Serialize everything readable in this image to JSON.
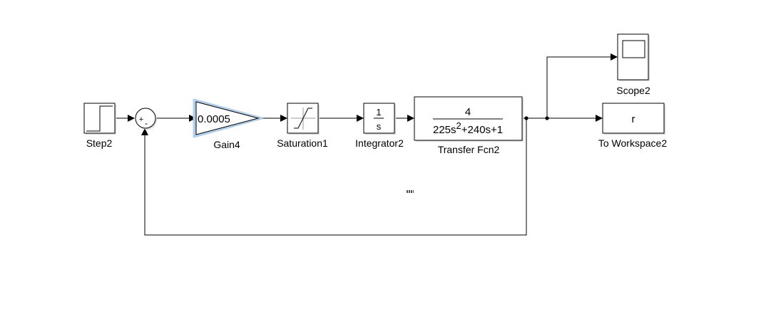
{
  "blocks": {
    "step": {
      "name": "Step2"
    },
    "sum": {
      "plus_sign": "+",
      "minus_sign": "-"
    },
    "gain": {
      "name": "Gain4",
      "value": "0.0005"
    },
    "saturation": {
      "name": "Saturation1"
    },
    "integrator": {
      "name": "Integrator2",
      "numerator": "1",
      "denominator": "s"
    },
    "transfer_fcn": {
      "name": "Transfer Fcn2",
      "numerator": "4",
      "den_part1": "225s",
      "den_exponent": "2",
      "den_part2": "+240s+1"
    },
    "scope": {
      "name": "Scope2"
    },
    "to_workspace": {
      "name": "To Workspace2",
      "variable": "r"
    }
  },
  "colors": {
    "selection_highlight": "#b4cfe8",
    "line": "#000000",
    "block_fill": "#ffffff"
  }
}
